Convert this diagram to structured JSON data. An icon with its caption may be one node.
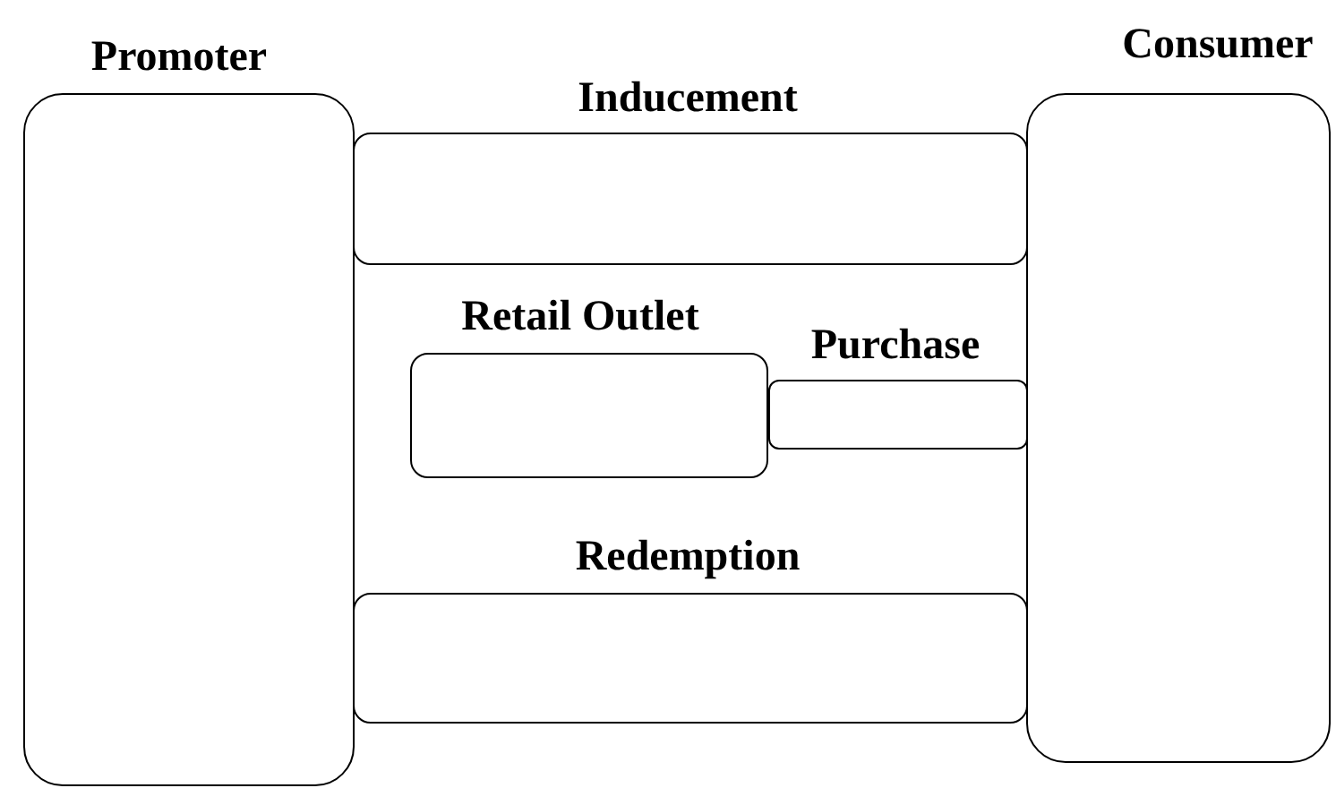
{
  "diagram": {
    "nodes": [
      {
        "text": [
          "Promoter"
        ]
      },
      {
        "text": [
          "Consumer"
        ]
      },
      {
        "text": [
          "Inducement"
        ]
      },
      {
        "text": [
          "Retail Outlet"
        ]
      },
      {
        "text": [
          "Purchase"
        ]
      },
      {
        "text": [
          "Redemption"
        ]
      }
    ]
  }
}
